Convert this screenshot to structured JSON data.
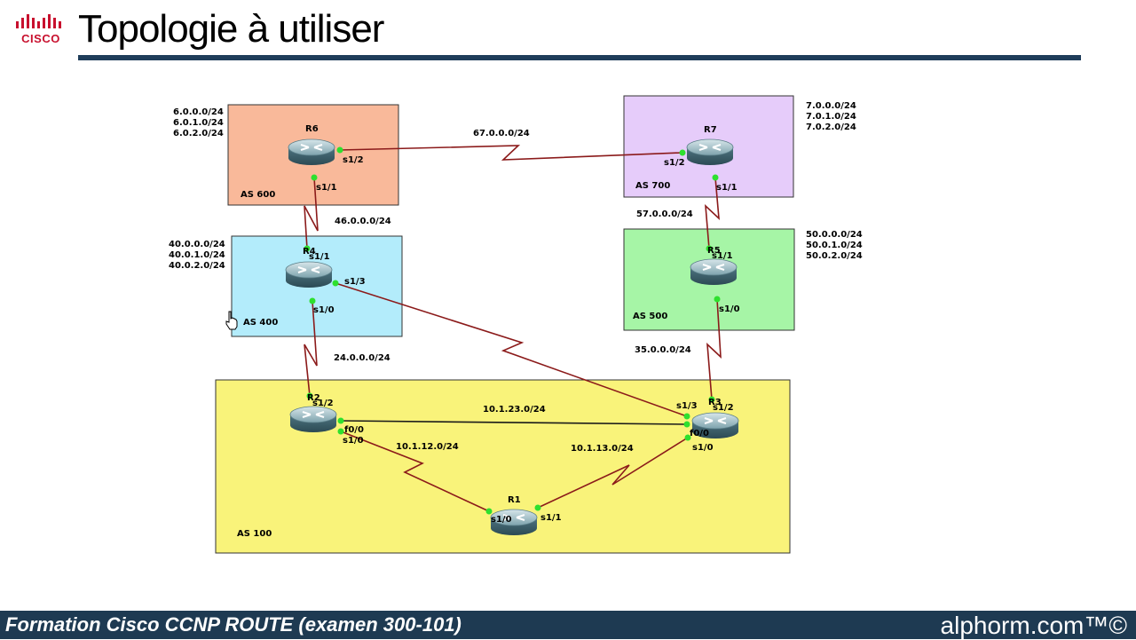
{
  "header": {
    "logo_text": "CISCO",
    "title": "Topologie à utiliser"
  },
  "footer": {
    "course": "Formation Cisco CCNP ROUTE (examen 300-101)",
    "brand": "alphorm.com™©"
  },
  "routers": {
    "r1": "R1",
    "r2": "R2",
    "r3": "R3",
    "r4": "R4",
    "r5": "R5",
    "r6": "R6",
    "r7": "R7"
  },
  "areas": {
    "as600": "AS 600",
    "as700": "AS 700",
    "as400": "AS 400",
    "as500": "AS 500",
    "as100": "AS 100"
  },
  "networks": {
    "as600": [
      "6.0.0.0/24",
      "6.0.1.0/24",
      "6.0.2.0/24"
    ],
    "as700": [
      "7.0.0.0/24",
      "7.0.1.0/24",
      "7.0.2.0/24"
    ],
    "as400": [
      "40.0.0.0/24",
      "40.0.1.0/24",
      "40.0.2.0/24"
    ],
    "as500": [
      "50.0.0.0/24",
      "50.0.1.0/24",
      "50.0.2.0/24"
    ]
  },
  "links": {
    "r6_r7": "67.0.0.0/24",
    "r6_r4": "46.0.0.0/24",
    "r7_r5": "57.0.0.0/24",
    "r4_r2": "24.0.0.0/24",
    "r5_r3": "35.0.0.0/24",
    "r2_r3": "10.1.23.0/24",
    "r2_r1": "10.1.12.0/24",
    "r1_r3": "10.1.13.0/24"
  },
  "interfaces": {
    "r6_s12": "s1/2",
    "r6_s11": "s1/1",
    "r7_s12": "s1/2",
    "r7_s11": "s1/1",
    "r4_s11": "s1/1",
    "r4_s13": "s1/3",
    "r4_s10": "s1/0",
    "r5_s11": "s1/1",
    "r5_s10": "s1/0",
    "r2_s12": "s1/2",
    "r2_f00": "f0/0",
    "r2_s10": "s1/0",
    "r3_s13": "s1/3",
    "r3_s12": "s1/2",
    "r3_f00": "f0/0",
    "r3_s10": "s1/0",
    "r1_s10": "s1/0",
    "r1_s11": "s1/1"
  },
  "colors": {
    "as600": "#f9b99a",
    "as700": "#e6ccfa",
    "as400": "#b3ecfb",
    "as500": "#a6f5a6",
    "as100": "#f9f37a",
    "serial": "#8b1a1a",
    "ethernet": "#1a1a1a",
    "port": "#2ee02e",
    "header_rule": "#1f3d5a",
    "footer": "#1e3a52"
  },
  "icons": {
    "logo": "cisco-logo",
    "router": "router-icon",
    "cursor": "hand-cursor-icon"
  }
}
